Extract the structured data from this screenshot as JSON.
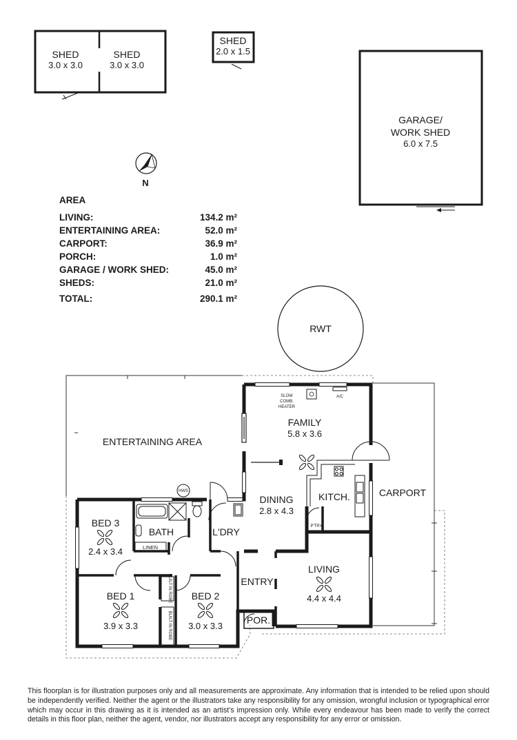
{
  "area": {
    "title": "AREA",
    "rows": [
      {
        "label": "LIVING:",
        "value": "134.2 m²"
      },
      {
        "label": "ENTERTAINING AREA:",
        "value": "52.0 m²"
      },
      {
        "label": "CARPORT:",
        "value": "36.9 m²"
      },
      {
        "label": "PORCH:",
        "value": "1.0 m²"
      },
      {
        "label": "GARAGE / WORK SHED:",
        "value": "45.0 m²"
      },
      {
        "label": "SHEDS:",
        "value": "21.0 m²"
      }
    ],
    "total": {
      "label": "TOTAL:",
      "value": "290.1 m²"
    }
  },
  "compass": {
    "label": "N"
  },
  "sheds": {
    "shed1": {
      "name": "SHED",
      "dims": "3.0 x 3.0"
    },
    "shed2": {
      "name": "SHED",
      "dims": "3.0 x 3.0"
    },
    "shed3": {
      "name": "SHED",
      "dims": "2.0 x 1.5"
    }
  },
  "garage": {
    "line1": "GARAGE/",
    "line2": "WORK SHED",
    "dims": "6.0 x 7.5"
  },
  "rwt": {
    "label": "RWT"
  },
  "rooms": {
    "entertaining": {
      "name": "ENTERTAINING AREA"
    },
    "family": {
      "name": "FAMILY",
      "dims": "5.8 x 3.6"
    },
    "dining": {
      "name": "DINING",
      "dims": "2.8 x 4.3"
    },
    "kitchen": {
      "name": "KITCH."
    },
    "carport": {
      "name": "CARPORT"
    },
    "bed3": {
      "name": "BED 3",
      "dims": "2.4 x 3.4"
    },
    "bath": {
      "name": "BATH"
    },
    "laundry": {
      "name": "L'DRY"
    },
    "living": {
      "name": "LIVING",
      "dims": "4.4 x 4.4"
    },
    "entry": {
      "name": "ENTRY"
    },
    "bed1": {
      "name": "BED 1",
      "dims": "3.9 x 3.3"
    },
    "bed2": {
      "name": "BED 2",
      "dims": "3.0 x 3.3"
    },
    "porch": {
      "name": "POR."
    }
  },
  "fixtures": {
    "hws": "HWS",
    "linen": "LINEN",
    "pantry": "P'TRY",
    "ac": "A/C",
    "heater1": "SLOW",
    "heater2": "COMB.",
    "heater3": "HEATER",
    "robe1": "BUILT IN ROBE",
    "robe2": "BUILT IN ROBE"
  },
  "disclaimer": "This floorplan is for illustration purposes only and all measurements are approximate. Any information that is intended to be relied upon should be independently verified. Neither the agent or the illustrators take any responsibility for any omission, wrongful inclusion or typographical error which may occur in this drawing as it is intended as an artist’s impression only. While every endeavour has been made to verify the correct details in this floor plan, neither the agent, vendor, nor illustrators accept any responsibility for any error or omission."
}
